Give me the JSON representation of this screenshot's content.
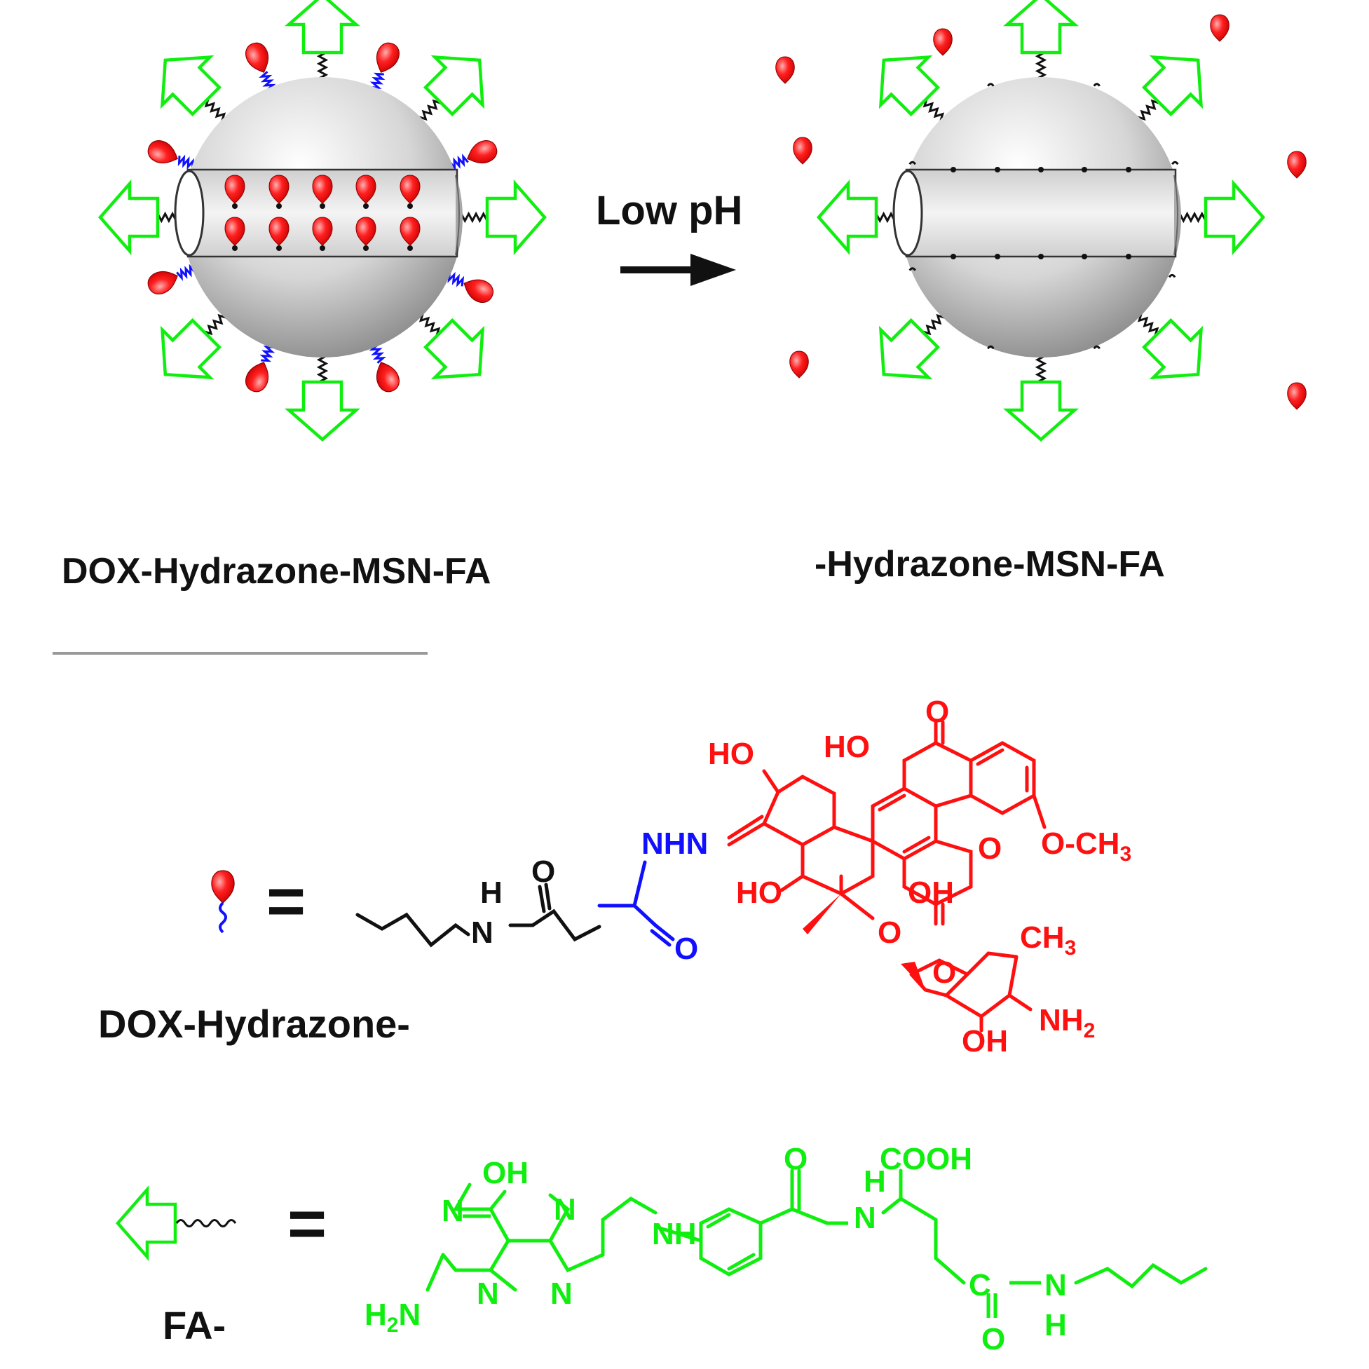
{
  "labels": {
    "arrow_label": "Low pH",
    "left_particle": "DOX-Hydrazone-MSN-FA",
    "right_particle": "-Hydrazone-MSN-FA",
    "dox_legend": "DOX-Hydrazone-",
    "fa_legend": "FA-",
    "equals": "="
  },
  "dox_structure": {
    "nh": "H",
    "n_amide": "N",
    "o_amide": "O",
    "o_hydrazone": "O",
    "nhn": "NHN",
    "ho_top": "HO",
    "ho_ring": "HO",
    "o_quinone_top": "O",
    "o_quinone_bottom": "O",
    "ho_left": "HO",
    "oh_bottom": "OH",
    "ome": "O-CH",
    "ome_sub": "3",
    "o_glyco": "O",
    "o_sugar": "O",
    "ch3": "CH",
    "ch3_sub": "3",
    "nh2": "NH",
    "nh2_sub": "2",
    "oh_sugar": "OH"
  },
  "fa_structure": {
    "oh": "OH",
    "n1": "N",
    "n2": "N",
    "n3": "N",
    "n4": "N",
    "h2n": "H",
    "h2n_sub": "2",
    "h2n_n": "N",
    "nh_link": "NH",
    "o_amide": "O",
    "nh_amide_h": "H",
    "nh_amide_n": "N",
    "cooh": "COOH",
    "c_label": "C",
    "o_bottom": "O",
    "n_end": "N",
    "h_end": "H"
  },
  "colors": {
    "drug": "#ff1010",
    "linker": "#1010ff",
    "folate": "#10ee10",
    "text": "#111111",
    "divider": "#999999"
  }
}
